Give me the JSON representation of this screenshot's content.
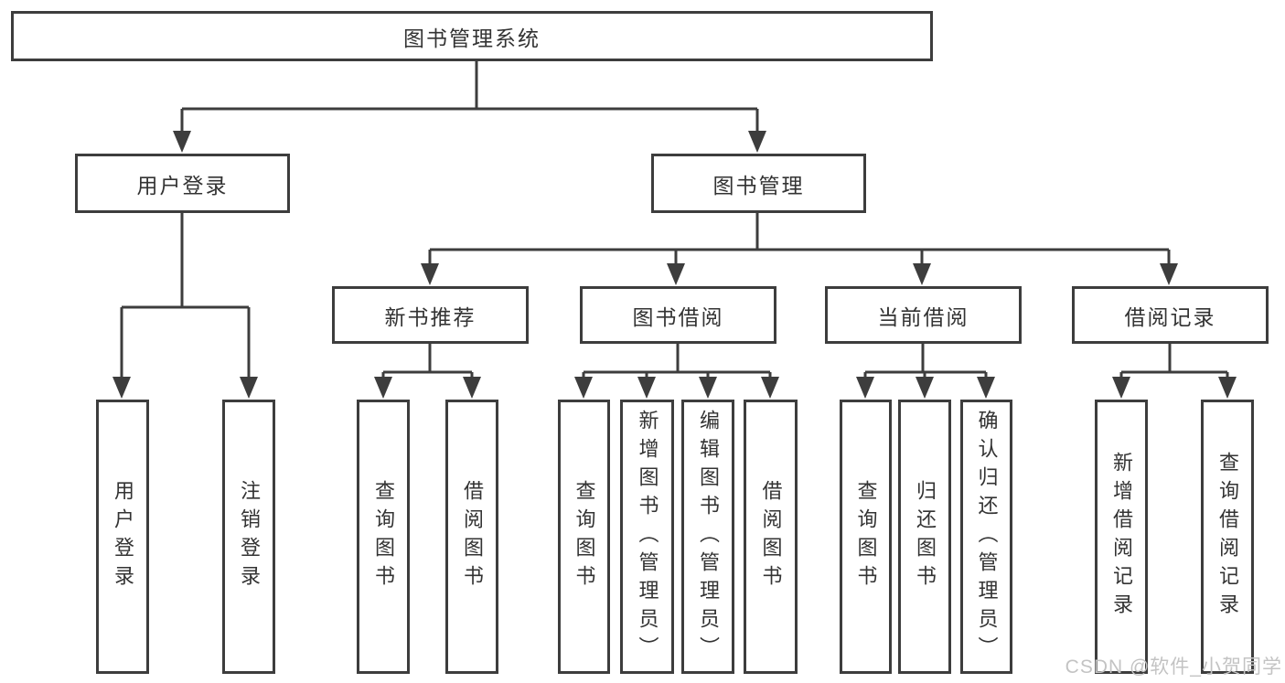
{
  "diagram": {
    "type": "hierarchy-tree",
    "root": {
      "label": "图书管理系统"
    },
    "level2": [
      {
        "label": "用户登录"
      },
      {
        "label": "图书管理"
      }
    ],
    "level3": [
      {
        "label": "新书推荐"
      },
      {
        "label": "图书借阅"
      },
      {
        "label": "当前借阅"
      },
      {
        "label": "借阅记录"
      }
    ],
    "leaves": {
      "user_login": [
        {
          "label": "用户登录"
        },
        {
          "label": "注销登录"
        }
      ],
      "new_books": [
        {
          "label": "查询图书"
        },
        {
          "label": "借阅图书"
        }
      ],
      "book_borrow": [
        {
          "label": "查询图书"
        },
        {
          "label": "新增图书（管理员）"
        },
        {
          "label": "编辑图书（管理员）"
        },
        {
          "label": "借阅图书"
        }
      ],
      "current_borrow": [
        {
          "label": "查询图书"
        },
        {
          "label": "归还图书"
        },
        {
          "label": "确认归还（管理员）"
        }
      ],
      "borrow_records": [
        {
          "label": "新增借阅记录"
        },
        {
          "label": "查询借阅记录"
        }
      ]
    }
  },
  "colors": {
    "line": "#3d3d3d",
    "text": "#333333",
    "watermark": "#c3c3c3",
    "background": "#ffffff"
  },
  "watermark": {
    "text": "CSDN @软件_小贺同学"
  }
}
